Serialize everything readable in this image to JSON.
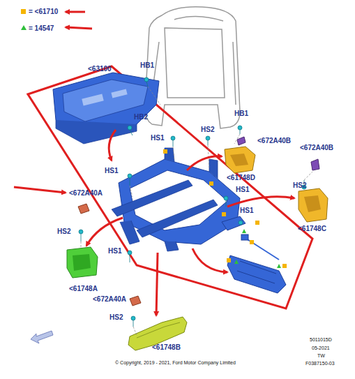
{
  "diagram": {
    "labels": [
      "<63100",
      "HB1",
      "HB2",
      "HS1",
      "HB1",
      "HS2",
      "<672A40B",
      "HS1",
      "<61748D",
      "HS1",
      "<672A40B",
      "<672A40A",
      "HS2",
      "HS2",
      "HS1",
      "<61748C",
      "HS1",
      "<61748A",
      "<672A40A",
      "HS2",
      "<61748B",
      "5011015D",
      "05-2021",
      "TW",
      "F0387150-03",
      "© Copyright, 2019 - 2021, Ford Motor Company Limited"
    ],
    "legend": [
      {
        "text": "= <61710",
        "color": "#f5b400"
      },
      {
        "text": "= 14547"
      }
    ]
  }
}
